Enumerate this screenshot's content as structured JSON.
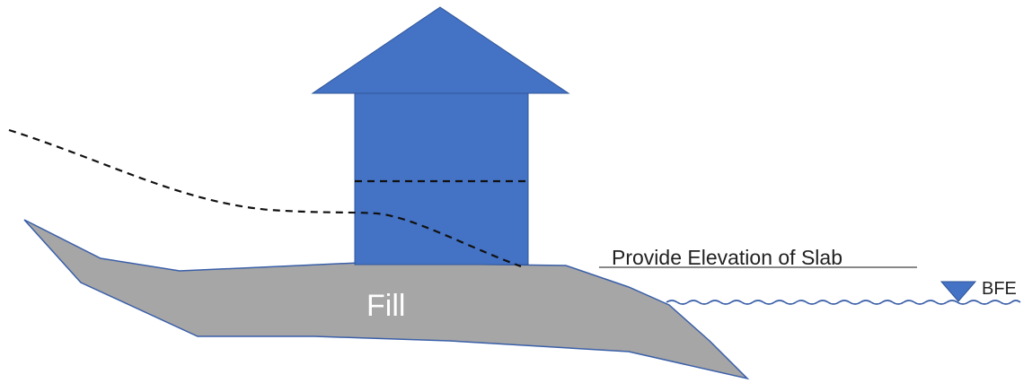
{
  "labels": {
    "fill": "Fill",
    "slab": "Provide Elevation of Slab",
    "bfe": "BFE"
  },
  "colors": {
    "house": "#4472c4",
    "house_outline": "#2f5597",
    "fill": "#a6a6a6",
    "fill_outline": "#3a5fa8",
    "water": "#3a5fa8",
    "dashed": "#111111",
    "slab_line": "#888888"
  }
}
